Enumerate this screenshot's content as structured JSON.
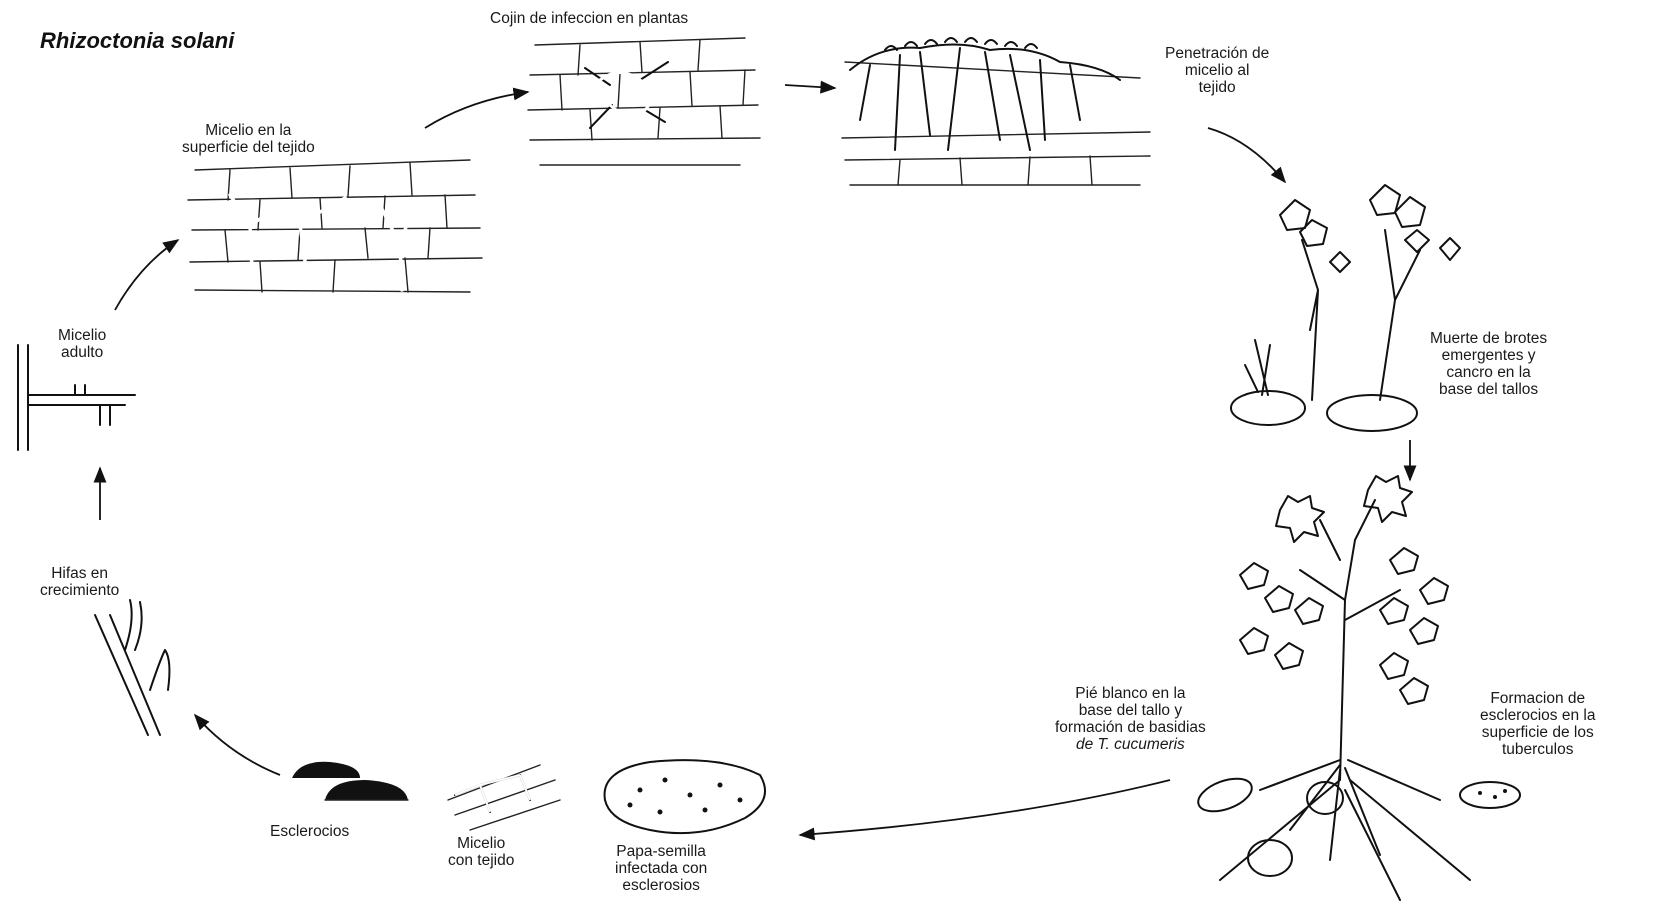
{
  "title": "Rhizoctonia solani",
  "labels": {
    "cojin": [
      "Cojin de infeccion en plantas"
    ],
    "penetracion": [
      "Penetración de",
      "micelio al",
      "tejido"
    ],
    "micelio_superficie": [
      "Micelio en la",
      "superficie del tejido"
    ],
    "muerte_brotes": [
      "Muerte de brotes",
      "emergentes y",
      "cancro en la",
      "base del tallos"
    ],
    "micelio_adulto": [
      "Micelio",
      "adulto"
    ],
    "hifas": [
      "Hifas en",
      "crecimiento"
    ],
    "pie_blanco": [
      "Pié blanco en la",
      "base del tallo y",
      "formación de basidias",
      "de T. cucumeris"
    ],
    "formacion_esclerocios": [
      "Formacion de",
      "esclerocios en la",
      "superficie de los",
      "tuberculos"
    ],
    "esclerocios": [
      "Esclerocios"
    ],
    "micelio_tejido": [
      "Micelio",
      "con tejido"
    ],
    "papa_semilla": [
      "Papa-semilla",
      "infectada con",
      "esclerosios"
    ]
  },
  "icons": {
    "mycelium_surface": "mycelium-on-tissue-illustration",
    "infection_cushion": "infection-cushion-illustration",
    "penetration": "tissue-penetration-illustration",
    "dying_sprouts": "dying-sprouts-illustration",
    "potato_plant": "potato-plant-illustration",
    "seed_tuber": "infected-seed-tuber-illustration",
    "mycelium_tissue": "mycelium-with-tissue-illustration",
    "sclerotia": "sclerotia-illustration",
    "growing_hyphae": "growing-hyphae-illustration",
    "adult_mycelium": "adult-mycelium-illustration"
  }
}
